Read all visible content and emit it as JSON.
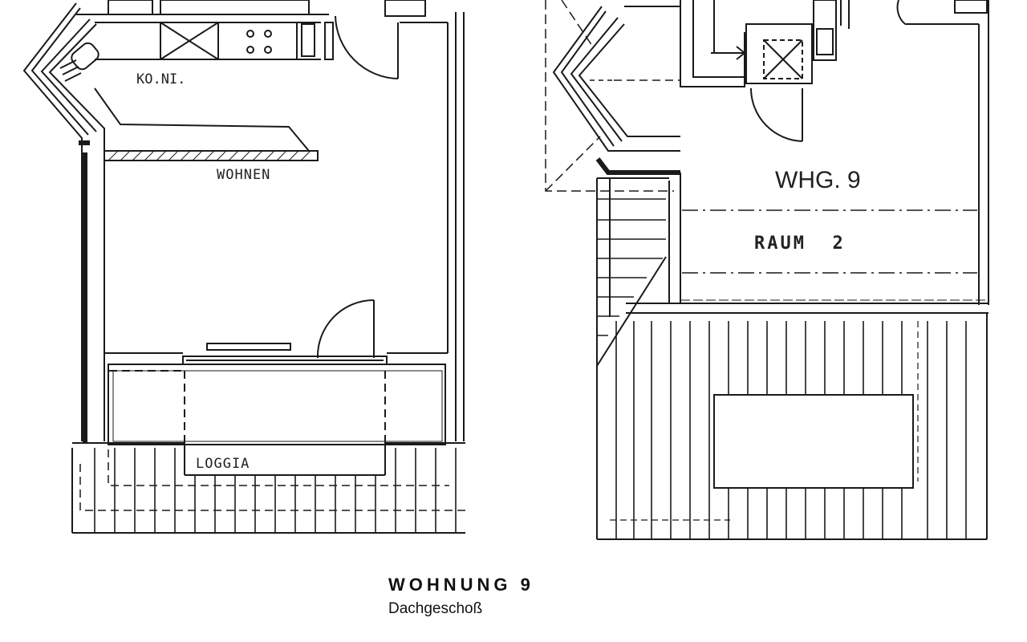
{
  "plan_left": {
    "rooms": {
      "kitchen": "KO.NI.",
      "living": "WOHNEN",
      "loggia": "LOGGIA"
    }
  },
  "plan_right": {
    "unit_label": "WHG. 9",
    "room_label": "RAUM  2"
  },
  "caption": {
    "title": "WOHNUNG 9",
    "subtitle": "Dachgeschoß"
  },
  "colors": {
    "line": "#1a1a1a",
    "paper": "#ffffff"
  }
}
